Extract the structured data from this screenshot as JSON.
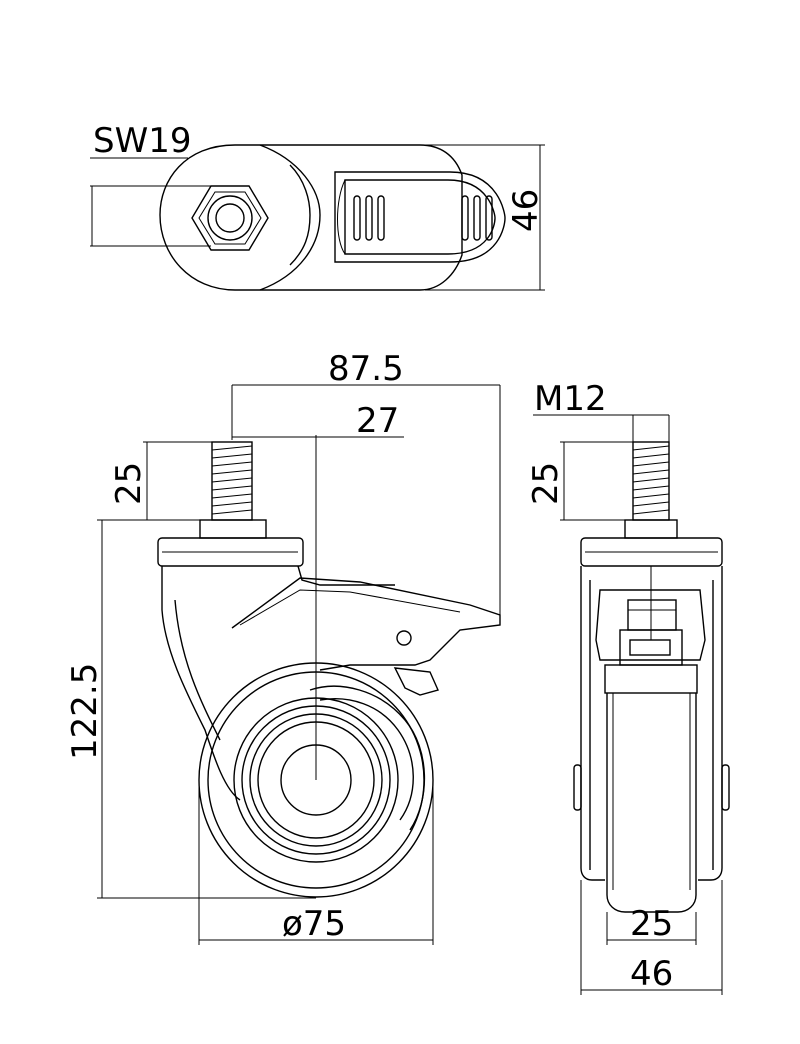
{
  "dimensions": {
    "top_hex": "SW19",
    "top_height": "46",
    "total_width": "87.5",
    "offset": "27",
    "stem_length_left": "25",
    "total_height": "122.5",
    "wheel_diameter": "ø75",
    "thread": "M12",
    "stem_length_right": "25",
    "wheel_width": "25",
    "overall_width": "46"
  }
}
